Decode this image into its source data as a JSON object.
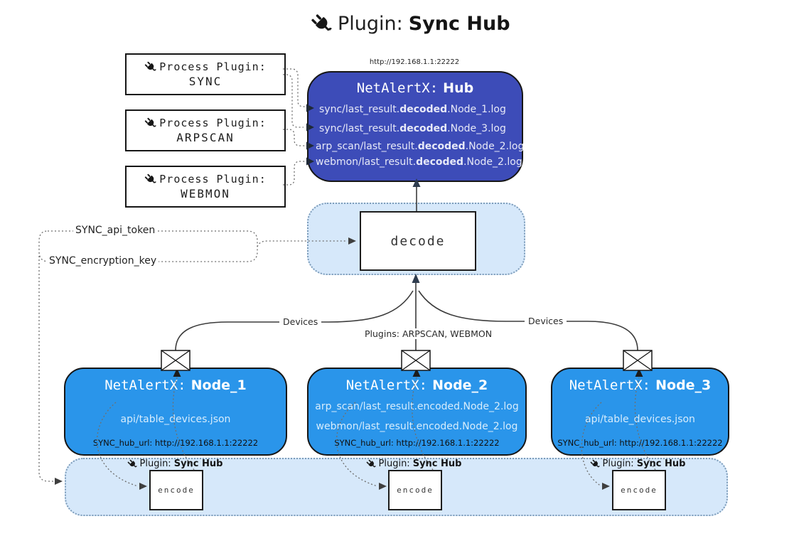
{
  "title": {
    "icon": "plug-icon",
    "prefix": "Plugin:",
    "name": "Sync Hub"
  },
  "process_plugins": [
    {
      "label": "Process Plugin:",
      "name": "SYNC"
    },
    {
      "label": "Process Plugin:",
      "name": "ARPSCAN"
    },
    {
      "label": "Process Plugin:",
      "name": "WEBMON"
    }
  ],
  "hub": {
    "url": "http://192.168.1.1:22222",
    "title_prefix": "NetAlertX:",
    "title_name": "Hub",
    "logs": [
      {
        "pre": "sync/last_result.",
        "em": "decoded",
        "post": ".Node_1.log"
      },
      {
        "pre": "sync/last_result.",
        "em": "decoded",
        "post": ".Node_3.log"
      },
      {
        "pre": "arp_scan/last_result.",
        "em": "decoded",
        "post": ".Node_2.log"
      },
      {
        "pre": "webmon/last_result.",
        "em": "decoded",
        "post": ".Node_2.log"
      }
    ]
  },
  "decode": {
    "label": "decode"
  },
  "settings": {
    "api_token": "SYNC_api_token",
    "encryption_key": "SYNC_encryption_key"
  },
  "edge_labels": {
    "devices_left": "Devices",
    "devices_right": "Devices",
    "plugins_center": "Plugins: ARPSCAN, WEBMON"
  },
  "nodes": [
    {
      "title_prefix": "NetAlertX:",
      "title_name": "Node_1",
      "files": [
        "api/table_devices.json"
      ],
      "hub_url": "SYNC_hub_url: http://192.168.1.1:22222"
    },
    {
      "title_prefix": "NetAlertX:",
      "title_name": "Node_2",
      "files": [
        "arp_scan/last_result.encoded.Node_2.log",
        "webmon/last_result.encoded.Node_2.log"
      ],
      "hub_url": "SYNC_hub_url: http://192.168.1.1:22222"
    },
    {
      "title_prefix": "NetAlertX:",
      "title_name": "Node_3",
      "files": [
        "api/table_devices.json"
      ],
      "hub_url": "SYNC_hub_url: http://192.168.1.1:22222"
    }
  ],
  "encoders": [
    {
      "label_prefix": "Plugin:",
      "label_name": "Sync Hub",
      "box_label": "encode"
    },
    {
      "label_prefix": "Plugin:",
      "label_name": "Sync Hub",
      "box_label": "encode"
    },
    {
      "label_prefix": "Plugin:",
      "label_name": "Sync Hub",
      "box_label": "encode"
    }
  ],
  "colors": {
    "hub_fill": "#3d4cb8",
    "hub_text": "#e7e9f7",
    "node_fill": "#2a95ea",
    "node_text": "#d6ecfc",
    "panel_fill": "#d6e8fa",
    "panel_border": "#7d9cba",
    "dotted_line": "#6f6f6f",
    "solid_line": "#3b3b3b",
    "arrow_dark": "#2e3c4e"
  }
}
